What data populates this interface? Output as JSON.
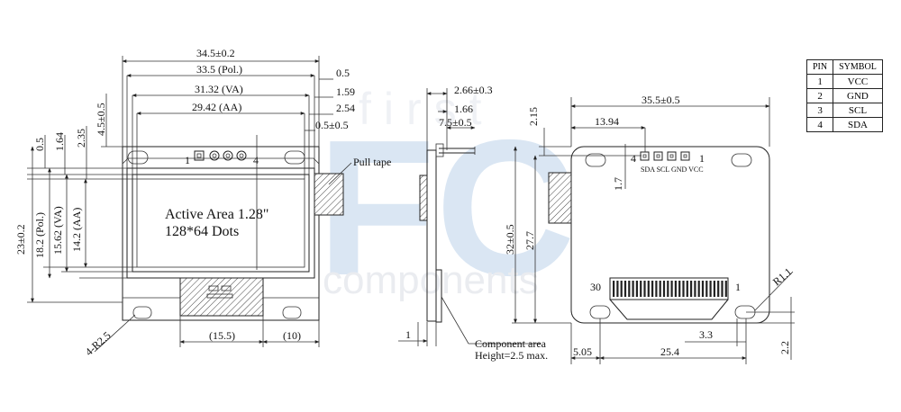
{
  "watermark": {
    "big": "FC",
    "top": "first",
    "bottom": "components"
  },
  "front_view": {
    "dims": {
      "outline_w": "34.5±0.2",
      "polarizer_w": "33.5 (Pol.)",
      "va_w": "31.32 (VA)",
      "aa_w": "29.42 (AA)",
      "right_05": "0.5",
      "right_159": "1.59",
      "right_254": "2.54",
      "right_05b": "0.5±0.5",
      "top_45": "4.5±0.5",
      "top_235": "2.35",
      "top_164": "1.64",
      "top_05": "0.5",
      "outline_h": "23±0.2",
      "polarizer_h": "18.2 (Pol.)",
      "va_h": "15.62 (VA)",
      "aa_h": "14.2 (AA)",
      "fpc_w": "(15.5)",
      "side_w": "(10)",
      "corner_r": "4-R2.5"
    },
    "pull_tape": "Pull tape",
    "active_area_line1": "Active Area 1.28\"",
    "active_area_line2": "128*64 Dots",
    "pin_first": "1",
    "pin_last": "4"
  },
  "side_view": {
    "dims": {
      "total": "2.66±0.3",
      "d166": "1.66",
      "d75": "7.5±0.5",
      "d1": "1"
    },
    "component_area_line1": "Component area",
    "component_area_line2": "Height=2.5 max."
  },
  "back_view": {
    "dims": {
      "width": "35.5±0.5",
      "d1394": "13.94",
      "d215": "2.15",
      "d17": "1.7",
      "height": "32±0.5",
      "d277": "27.7",
      "d505": "5.05",
      "d254": "25.4",
      "d33": "3.3",
      "d22": "2.2",
      "r11": "R1.1"
    },
    "header_label": "SDA SCL GND VCC",
    "pin_4": "4",
    "pin_1": "1",
    "fpc_pin_30": "30",
    "fpc_pin_1": "1"
  },
  "pin_table": {
    "headers": [
      "PIN",
      "SYMBOL"
    ],
    "rows": [
      [
        "1",
        "VCC"
      ],
      [
        "2",
        "GND"
      ],
      [
        "3",
        "SCL"
      ],
      [
        "4",
        "SDA"
      ]
    ]
  }
}
